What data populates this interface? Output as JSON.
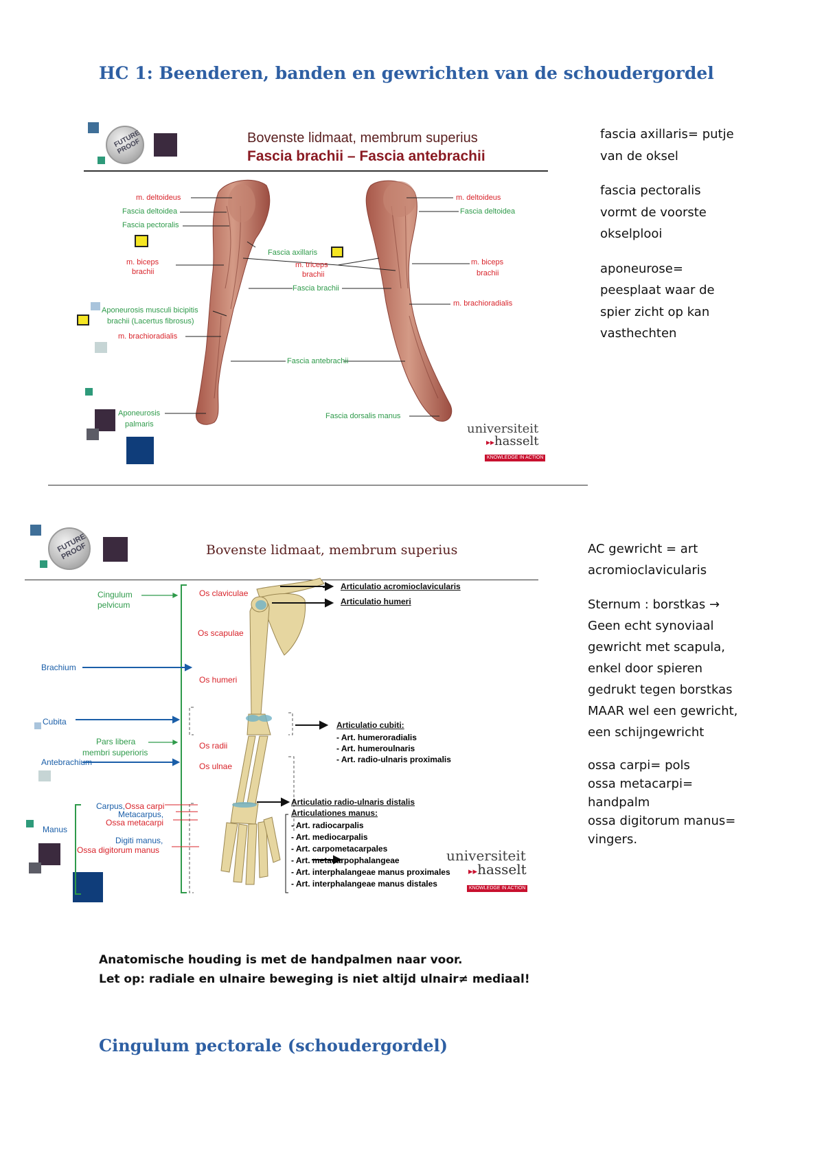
{
  "heading1": "HC 1:  Beenderen, banden en gewrichten van de schoudergordel",
  "slide1": {
    "title_line1": "Bovenste lidmaat, membrum superius",
    "title_line2": "Fascia brachii – Fascia antebrachii",
    "badge_line1": "FUTURE",
    "badge_line2": "PROOF",
    "labels_left": [
      {
        "text": "m. deltoideus",
        "color": "red"
      },
      {
        "text": "Fascia deltoidea",
        "color": "green"
      },
      {
        "text": "Fascia pectoralis",
        "color": "green"
      },
      {
        "text": "m. biceps",
        "color": "red"
      },
      {
        "text": "brachii",
        "color": "red"
      },
      {
        "text": "Aponeurosis musculi bicipitis",
        "color": "green"
      },
      {
        "text": "brachii (Lacertus fibrosus)",
        "color": "green"
      },
      {
        "text": "m. brachioradialis",
        "color": "red"
      },
      {
        "text": "Aponeurosis",
        "color": "green"
      },
      {
        "text": "palmaris",
        "color": "green"
      }
    ],
    "labels_center": [
      {
        "text": "Fascia axillaris",
        "color": "green"
      },
      {
        "text": "m. triceps",
        "color": "red"
      },
      {
        "text": "brachii",
        "color": "red"
      },
      {
        "text": "Fascia brachii",
        "color": "green"
      },
      {
        "text": "Fascia antebrachii",
        "color": "green"
      },
      {
        "text": "Fascia dorsalis manus",
        "color": "green"
      }
    ],
    "labels_right": [
      {
        "text": "m. deltoideus",
        "color": "red"
      },
      {
        "text": "Fascia deltoidea",
        "color": "green"
      },
      {
        "text": "m. biceps",
        "color": "red"
      },
      {
        "text": "brachii",
        "color": "red"
      },
      {
        "text": "m. brachioradialis",
        "color": "red"
      }
    ],
    "logo_line1": "universiteit",
    "logo_line2": "hasselt",
    "logo_tag": "KNOWLEDGE IN ACTION"
  },
  "notes1": [
    "fascia axillaris= putje van de oksel",
    "fascia pectoralis vormt de voorste okselplooi",
    "aponeurose= peesplaat waar de spier zicht op kan vasthechten"
  ],
  "slide2": {
    "title": "Bovenste lidmaat,  membrum  superius",
    "badge_line1": "FUTURE",
    "badge_line2": "PROOF",
    "regions": [
      {
        "text": "Cingulum",
        "color": "green"
      },
      {
        "text": "pelvicum",
        "color": "green"
      },
      {
        "text": "Brachium",
        "color": "blue"
      },
      {
        "text": "Cubita",
        "color": "blue"
      },
      {
        "text": "Pars libera",
        "color": "green"
      },
      {
        "text": "membri superioris",
        "color": "green"
      },
      {
        "text": "Antebrachium",
        "color": "blue"
      },
      {
        "text": "Manus",
        "color": "blue"
      },
      {
        "text": "Carpus,",
        "color": "blue"
      },
      {
        "text": "Ossa carpi",
        "color": "red"
      },
      {
        "text": "Metacarpus,",
        "color": "blue"
      },
      {
        "text": "Ossa metacarpi",
        "color": "red"
      },
      {
        "text": "Digiti  manus,",
        "color": "blue"
      },
      {
        "text": "Ossa digitorum  manus",
        "color": "red"
      }
    ],
    "bones": [
      "Os claviculae",
      "Os scapulae",
      "Os humeri",
      "Os radii",
      "Os ulnae"
    ],
    "joints_top": [
      "Articulatio  acromioclavicularis",
      "Articulatio  humeri"
    ],
    "cubiti_title": "Articulatio  cubiti:",
    "cubiti_items": [
      "- Art. humeroradialis",
      "- Art. humeroulnaris",
      "- Art. radio-ulnaris  proximalis"
    ],
    "distal_title": "Articulatio  radio-ulnaris distalis",
    "manus_title": "Articulationes  manus:",
    "manus_items": [
      "- Art. radiocarpalis",
      "- Art. mediocarpalis",
      "- Art. carpometacarpales",
      "- Art. metacarpophalangeae",
      "- Art. interphalangeae  manus proximales",
      "- Art. interphalangeae  manus distales"
    ],
    "logo_line1": "universiteit",
    "logo_line2": "hasselt",
    "logo_tag": "KNOWLEDGE IN ACTION"
  },
  "notes2": {
    "p1": "AC gewricht = art acromioclavicularis",
    "p2": "Sternum : borstkas → Geen echt synoviaal gewricht met scapula, enkel door spieren gedrukt tegen borstkas MAAR wel een gewricht, een schijngewricht",
    "p3_lines": [
      "ossa carpi= pols",
      "ossa metacarpi= handpalm",
      "ossa digitorum manus= vingers."
    ]
  },
  "bold_note": {
    "line1": "Anatomische houding is met de handpalmen naar voor.",
    "line2": "Let op: radiale en ulnaire beweging is niet altijd ulnair≠ mediaal!"
  },
  "heading2": "Cingulum pectorale (schoudergordel)",
  "colors": {
    "heading": "#2E5FA3",
    "red": "#d8232a",
    "green": "#2e9a4a",
    "blue": "#1a5ea8",
    "square_dark": "#3b2a3e",
    "square_blue": "#0f3d7a"
  }
}
